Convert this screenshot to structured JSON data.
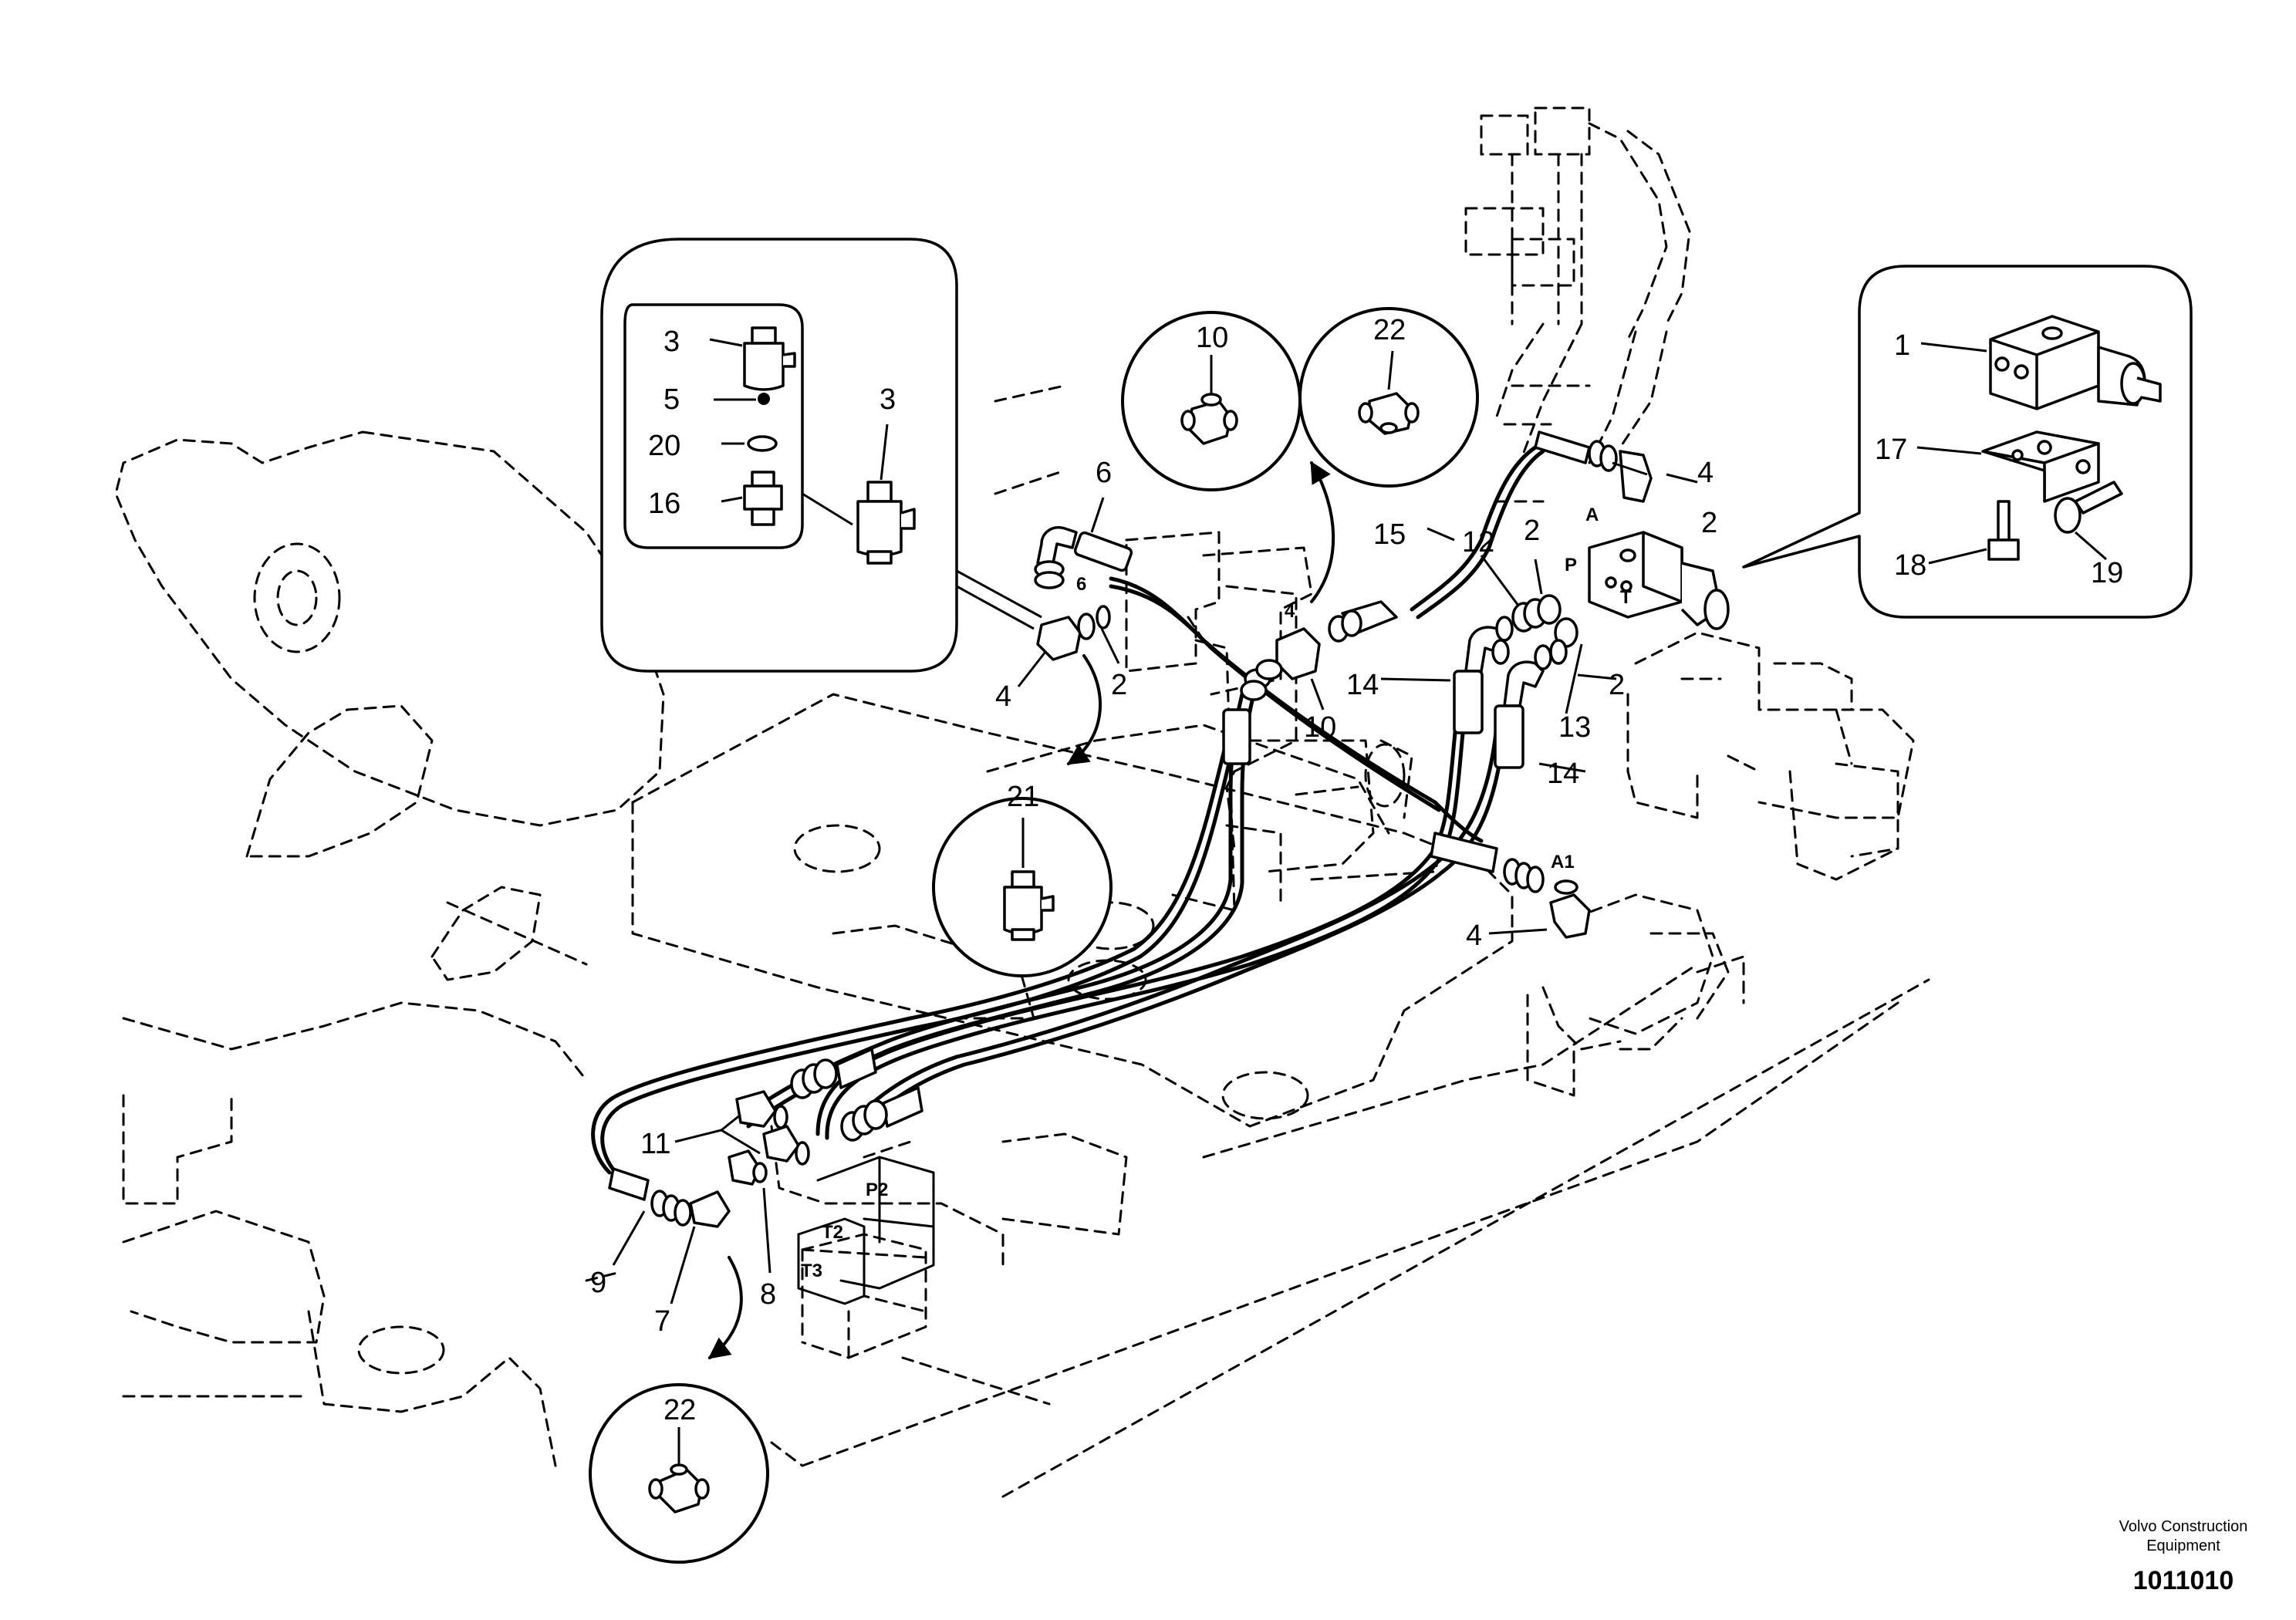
{
  "labels": {
    "c_3": "3",
    "c_5": "5",
    "c_20": "20",
    "c_16": "16",
    "c_3b": "3",
    "b_10": "10",
    "b_22a": "22",
    "b_21": "21",
    "b_22b": "22",
    "r_1": "1",
    "r_17": "17",
    "r_18": "18",
    "r_19": "19",
    "l_6": "6",
    "l_6s": "6",
    "l_4a": "4",
    "l_4s": "4",
    "l_2a": "2",
    "l_10": "10",
    "l_15": "15",
    "l_12": "12",
    "l_2b": "2",
    "l_2c": "2",
    "l_2d": "2",
    "l_4b": "4",
    "l_13": "13",
    "l_14a": "14",
    "l_14b": "14",
    "l_4c": "4",
    "l_11": "11",
    "l_9": "9",
    "l_7": "7",
    "l_8": "8"
  },
  "ports": {
    "a": "A",
    "p": "P",
    "t": "T",
    "a1": "A1",
    "p2": "P2",
    "t2": "T2",
    "t3": "T3"
  },
  "footer": {
    "manufacturer_line1": "Volvo Construction",
    "manufacturer_line2": "Equipment",
    "drawing_number": "1011010"
  }
}
